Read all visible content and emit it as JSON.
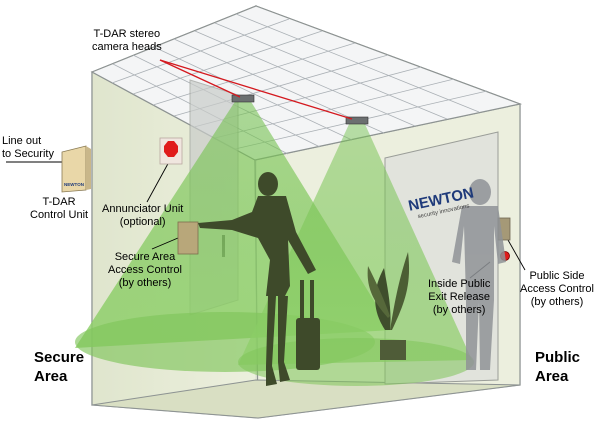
{
  "labels": {
    "camera_heads": [
      "T-DAR stereo",
      "camera heads"
    ],
    "line_out": [
      "Line out",
      "to Security"
    ],
    "control_unit": [
      "T-DAR",
      "Control Unit"
    ],
    "annunciator": [
      "Annunciator Unit",
      "(optional)"
    ],
    "secure_access": [
      "Secure Area",
      "Access Control",
      "(by others)"
    ],
    "exit_release": [
      "Inside Public",
      "Exit Release",
      "(by others)"
    ],
    "public_access": [
      "Public Side",
      "Access Control",
      "(by others)"
    ],
    "secure_area": [
      "Secure",
      "Area"
    ],
    "public_area": [
      "Public",
      "Area"
    ]
  },
  "branding": {
    "door_logo": "NEWTON",
    "door_tagline": "security innovations",
    "unit_logo": "NEWTON"
  },
  "colors": {
    "room_wall": "#e4e9d2",
    "ceiling_grid": "#aab0b5",
    "camera_cone": "#7fc45a",
    "callout_line": "#d4191f",
    "alarm_red": "#e01b1b",
    "person_silhouette": "#3e4a2a",
    "public_person": "#8f9397"
  }
}
